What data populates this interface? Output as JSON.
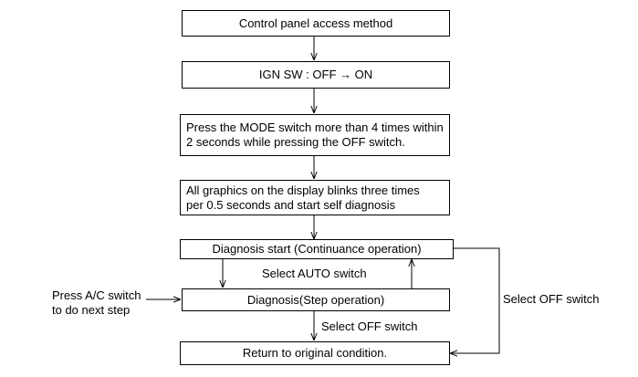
{
  "nodes": {
    "access": "Control panel access method",
    "ign": "IGN SW : OFF → ON",
    "press_mode": "Press the MODE switch more than 4 times within\n2 seconds while pressing the OFF switch.",
    "blink": "All graphics on the display blinks three times\nper 0.5 seconds and start self diagnosis",
    "diag_start": "Diagnosis start (Continuance operation)",
    "diag_step": "Diagnosis(Step operation)",
    "return": "Return to original condition."
  },
  "labels": {
    "select_auto": "Select AUTO switch",
    "select_off_mid": "Select OFF switch",
    "select_off_right": "Select OFF switch",
    "press_ac": "Press A/C switch\nto do next step"
  }
}
